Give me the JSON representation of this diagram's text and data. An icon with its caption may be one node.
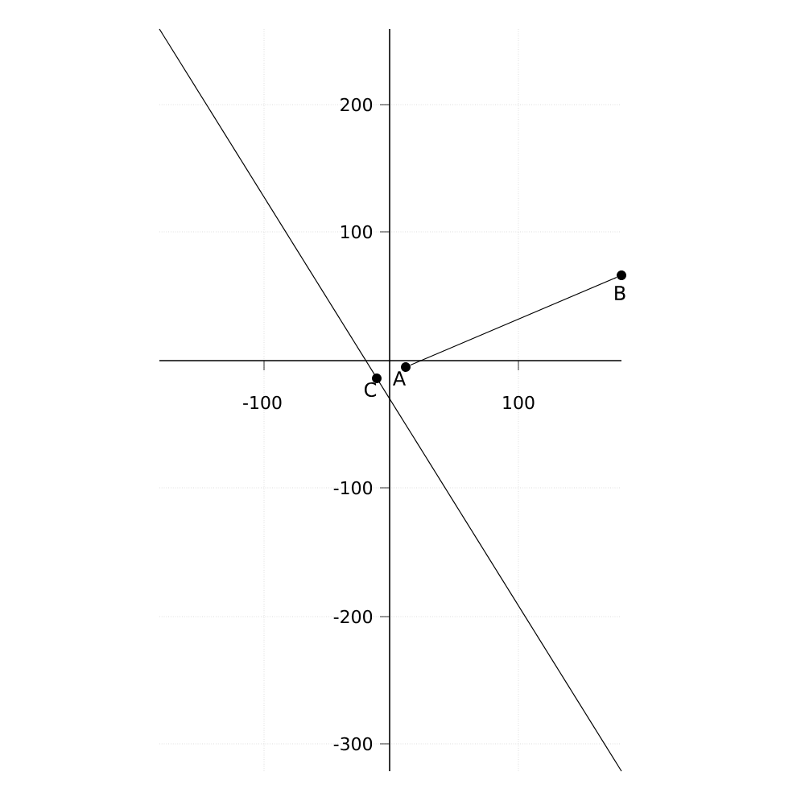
{
  "diagram": {
    "nodes": [
      {
        "text": [
          "A"
        ]
      },
      {
        "text": [
          "B"
        ]
      },
      {
        "text": [
          "C"
        ]
      }
    ],
    "edges": [
      {
        "from": 0,
        "to": 1,
        "arrow": "none"
      }
    ],
    "labels": [
      "200",
      "100",
      "-100",
      "100",
      "-100",
      "-200",
      "-300"
    ]
  }
}
